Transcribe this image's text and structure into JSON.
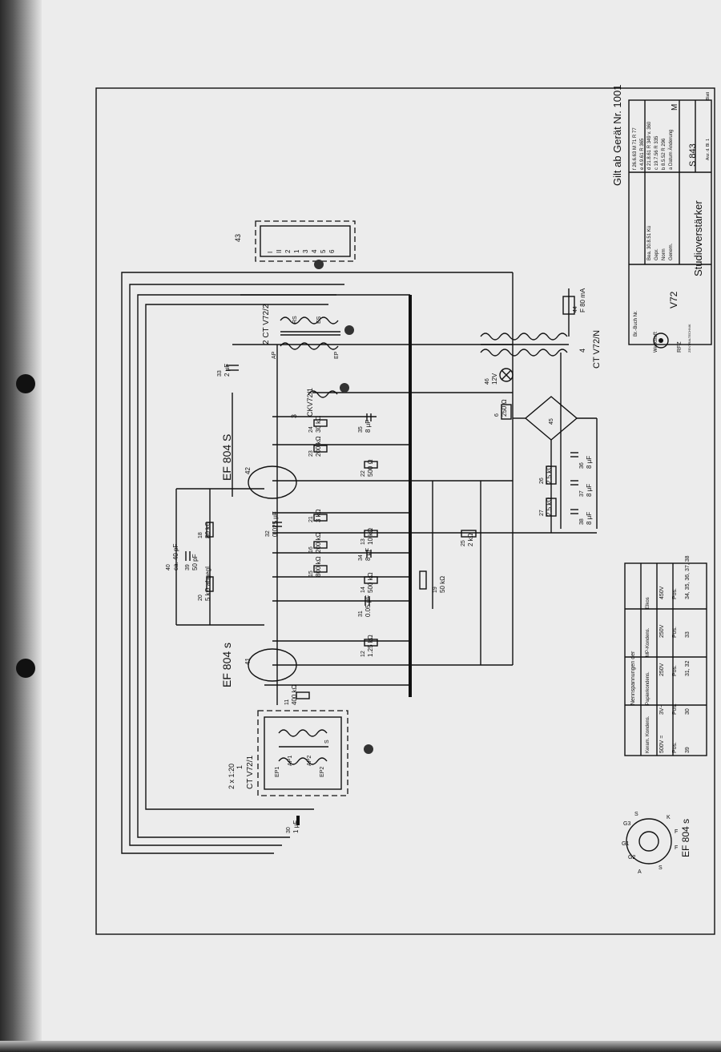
{
  "colors": {
    "paper": "#ececec",
    "ink": "#111111"
  },
  "stamp": {
    "text": "Gilt ab Gerät Nr. 1001"
  },
  "title_block": {
    "title": "Studioverstärker",
    "device": "V72",
    "drawing_no": "S 843",
    "workshop_label": "Werkstoff:",
    "maker": "RFZ",
    "maker_sub": "ZENTRALTECHNIK",
    "scale_label": "M",
    "sheet_label": "Anz. d. Bl. 1",
    "sheet_no": "Blatt",
    "book_label": "Br.-Buch Nr.",
    "revision_rows": [
      {
        "idx": "f",
        "date": "26.6.63",
        "name": "",
        "note": "M 71 R 77"
      },
      {
        "idx": "e",
        "date": "4.9.61",
        "name": "",
        "note": "R 365"
      },
      {
        "idx": "d",
        "date": "21.8.61",
        "name": "",
        "note": "R 349 v. 360"
      },
      {
        "idx": "c",
        "date": "19.7.56",
        "name": "",
        "note": "R 335"
      },
      {
        "idx": "b",
        "date": "8.5.52",
        "name": "",
        "note": "R 296"
      },
      {
        "idx": "a",
        "date": "Datum",
        "name": "Name",
        "note": "Änderung"
      }
    ],
    "sign_rows": [
      {
        "role": "Bea.",
        "date": "30.8.51",
        "name": "Kü"
      },
      {
        "role": "Gepr.",
        "date": "",
        "name": ""
      },
      {
        "role": "Norm",
        "date": "",
        "name": ""
      },
      {
        "role": "Genem.",
        "date": "",
        "name": ""
      }
    ]
  },
  "parts_table": {
    "title": "Nennspannungen der",
    "columns": [
      "Keram. Kondens.",
      "Papierkondens.",
      "MP-Kondens.",
      "Elkos"
    ],
    "rows": [
      [
        "500V =",
        "3V~",
        "250V",
        "250V",
        "450V"
      ],
      [
        "Pos.",
        "Pos.",
        "Pos.",
        "Pos.",
        "Pos."
      ],
      [
        "39",
        "30",
        "31, 32",
        "33",
        "34, 35, 36, 37, 38"
      ]
    ]
  },
  "tubes": {
    "v1": {
      "ref": "41",
      "type": "EF 804 s"
    },
    "v2": {
      "ref": "42",
      "type": "EF 804 S"
    }
  },
  "transformers": {
    "input": {
      "ref": "1",
      "name": "CT V72/1",
      "ratio": "2 x 1:20"
    },
    "output": {
      "ref": "2",
      "name": "CT V72/2"
    },
    "choke": {
      "ref": "3",
      "name": "CKV72/1"
    },
    "mains": {
      "ref": "4",
      "name": "CT V72/N"
    }
  },
  "connector": {
    "ref": "43",
    "pins": [
      "I",
      "II",
      "2",
      "1",
      "3",
      "4",
      "5",
      "6"
    ]
  },
  "components": [
    {
      "ref": "11",
      "value": "400 kΩ"
    },
    {
      "ref": "12",
      "value": "1.25 kΩ"
    },
    {
      "ref": "13",
      "value": "10 kΩ"
    },
    {
      "ref": "14",
      "value": "500 kΩ"
    },
    {
      "ref": "15",
      "value": "800 kΩ"
    },
    {
      "ref": "16",
      "value": "200 kΩ"
    },
    {
      "ref": "18",
      "value": "80 kΩ"
    },
    {
      "ref": "19",
      "value": "50 kΩ"
    },
    {
      "ref": "20",
      "value": "5 kΩ abgegl."
    },
    {
      "ref": "21",
      "value": "3 kΩ"
    },
    {
      "ref": "22",
      "value": "500 Ω"
    },
    {
      "ref": "23",
      "value": "200 kΩ"
    },
    {
      "ref": "24",
      "value": "30 kΩ"
    },
    {
      "ref": "25",
      "value": "2 kΩ"
    },
    {
      "ref": "26",
      "value": "2.5 kΩ"
    },
    {
      "ref": "27",
      "value": "2.5 kΩ"
    },
    {
      "ref": "30",
      "value": "1 μF"
    },
    {
      "ref": "31",
      "value": "0.05 μF"
    },
    {
      "ref": "32",
      "value": "0.025 μF"
    },
    {
      "ref": "33",
      "value": "2 μF"
    },
    {
      "ref": "34",
      "value": "8 μF"
    },
    {
      "ref": "35",
      "value": "8 μF"
    },
    {
      "ref": "36",
      "value": "8 μF"
    },
    {
      "ref": "37",
      "value": "8 μF"
    },
    {
      "ref": "38",
      "value": "8 μF"
    },
    {
      "ref": "39",
      "value": "50 pF"
    },
    {
      "ref": "40",
      "value": "ca. 40 pF"
    },
    {
      "ref": "6",
      "value": "250 Ω"
    },
    {
      "ref": "44",
      "value": "F 80 mA"
    },
    {
      "ref": "45",
      "value": ""
    },
    {
      "ref": "46",
      "value": "12V"
    }
  ],
  "pinout": {
    "title": "EF 804 s",
    "pins": [
      "G3",
      "S",
      "K",
      "F",
      "F",
      "S",
      "A",
      "G2",
      "G1"
    ]
  },
  "winding_labels": [
    "RS",
    "ES",
    "AP",
    "EP",
    "EP1",
    "AP1",
    "AP2",
    "EP2",
    "S"
  ]
}
